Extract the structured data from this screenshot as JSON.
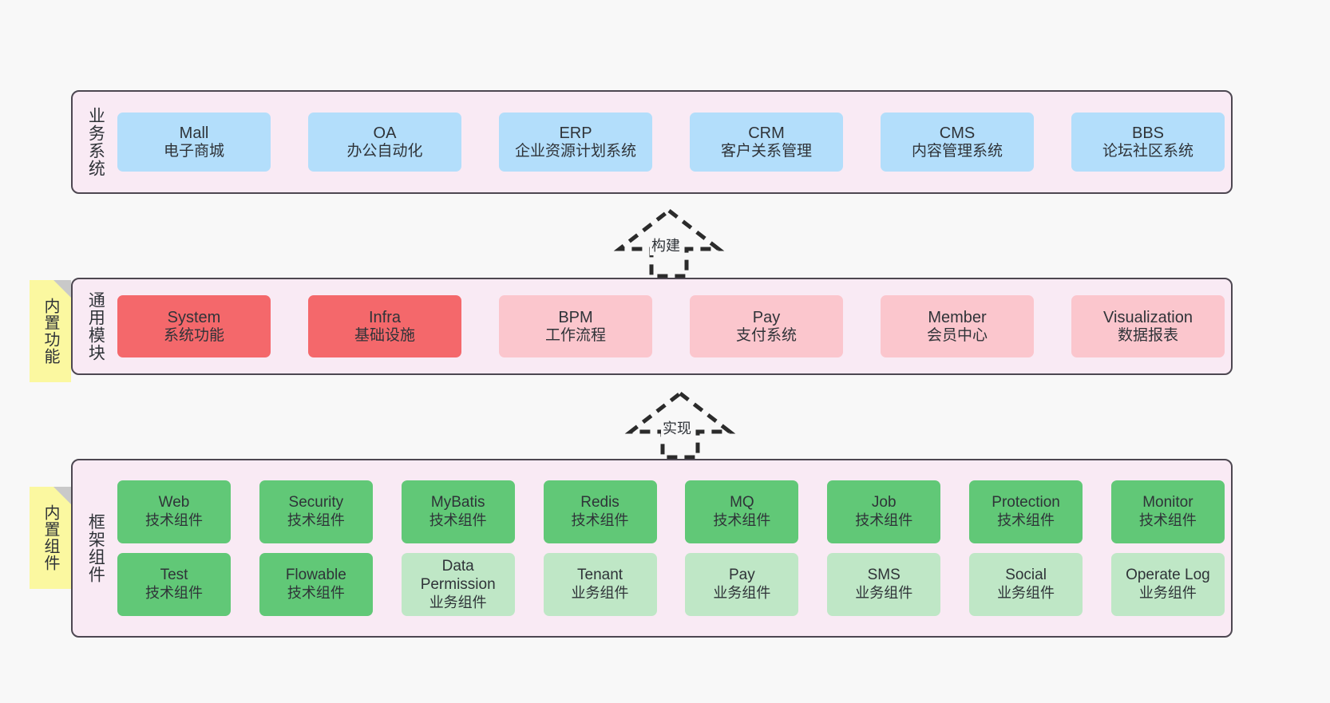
{
  "diagram": {
    "title": "Layered system architecture",
    "background": "#f8f8f8",
    "colors": {
      "panel_bg": "#f9eaf4",
      "panel_border": "#4d4751",
      "business_card": "#b3defb",
      "common_strong": "#f4686b",
      "common_soft": "#fbc6cd",
      "framework_strong": "#61c877",
      "framework_soft": "#bfe7c6",
      "note_bg": "#fbf8a0",
      "note_fold": "#c9c9c9",
      "text": "#2f3338"
    }
  },
  "layers": {
    "business": {
      "title": "业务系统",
      "cards": [
        {
          "en": "Mall",
          "cn": "电子商城"
        },
        {
          "en": "OA",
          "cn": "办公自动化"
        },
        {
          "en": "ERP",
          "cn": "企业资源计划系统"
        },
        {
          "en": "CRM",
          "cn": "客户关系管理"
        },
        {
          "en": "CMS",
          "cn": "内容管理系统"
        },
        {
          "en": "BBS",
          "cn": "论坛社区系统"
        }
      ]
    },
    "common": {
      "title": "通用模块",
      "cards": [
        {
          "en": "System",
          "cn": "系统功能",
          "tone": "strong"
        },
        {
          "en": "Infra",
          "cn": "基础设施",
          "tone": "strong"
        },
        {
          "en": "BPM",
          "cn": "工作流程",
          "tone": "soft"
        },
        {
          "en": "Pay",
          "cn": "支付系统",
          "tone": "soft"
        },
        {
          "en": "Member",
          "cn": "会员中心",
          "tone": "soft"
        },
        {
          "en": "Visualization",
          "cn": "数据报表",
          "tone": "soft"
        }
      ]
    },
    "framework": {
      "title": "框架组件",
      "row1": [
        {
          "en": "Web",
          "cn": "技术组件",
          "tone": "strong"
        },
        {
          "en": "Security",
          "cn": "技术组件",
          "tone": "strong"
        },
        {
          "en": "MyBatis",
          "cn": "技术组件",
          "tone": "strong"
        },
        {
          "en": "Redis",
          "cn": "技术组件",
          "tone": "strong"
        },
        {
          "en": "MQ",
          "cn": "技术组件",
          "tone": "strong"
        },
        {
          "en": "Job",
          "cn": "技术组件",
          "tone": "strong"
        },
        {
          "en": "Protection",
          "cn": "技术组件",
          "tone": "strong"
        },
        {
          "en": "Monitor",
          "cn": "技术组件",
          "tone": "strong"
        }
      ],
      "row2": [
        {
          "en": "Test",
          "cn": "技术组件",
          "tone": "strong"
        },
        {
          "en": "Flowable",
          "cn": "技术组件",
          "tone": "strong"
        },
        {
          "en": "Data Permission",
          "cn": "业务组件",
          "tone": "soft"
        },
        {
          "en": "Tenant",
          "cn": "业务组件",
          "tone": "soft"
        },
        {
          "en": "Pay",
          "cn": "业务组件",
          "tone": "soft"
        },
        {
          "en": "SMS",
          "cn": "业务组件",
          "tone": "soft"
        },
        {
          "en": "Social",
          "cn": "业务组件",
          "tone": "soft"
        },
        {
          "en": "Operate Log",
          "cn": "业务组件",
          "tone": "soft"
        }
      ]
    }
  },
  "notes": [
    {
      "label": "内置功能"
    },
    {
      "label": "内置组件"
    }
  ],
  "arrows": [
    {
      "label": "构建",
      "style": "dashed-hollow-triangle",
      "direction": "up"
    },
    {
      "label": "实现",
      "style": "dashed-hollow-triangle",
      "direction": "up"
    }
  ]
}
